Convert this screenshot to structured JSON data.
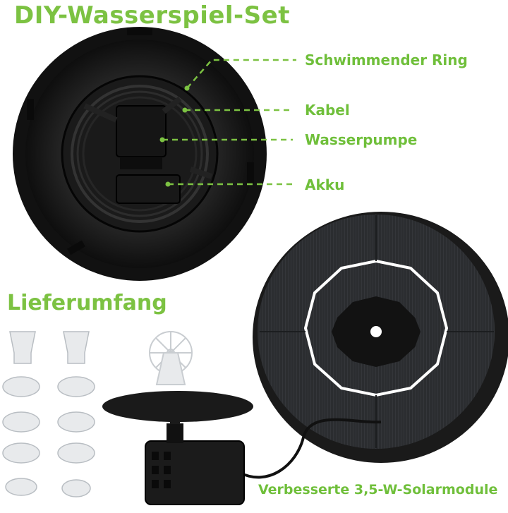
{
  "title": "DIY-Wasserspiel-Set",
  "callouts": {
    "ring": "Schwimmender Ring",
    "cable": "Kabel",
    "pump": "Wasserpumpe",
    "battery": "Akku"
  },
  "section_title": "Lieferumfang",
  "solar_caption": "Verbesserte 3,5-W-Solarmodule",
  "colors": {
    "accent": "#7cc242",
    "product": "#1c1c1c"
  }
}
